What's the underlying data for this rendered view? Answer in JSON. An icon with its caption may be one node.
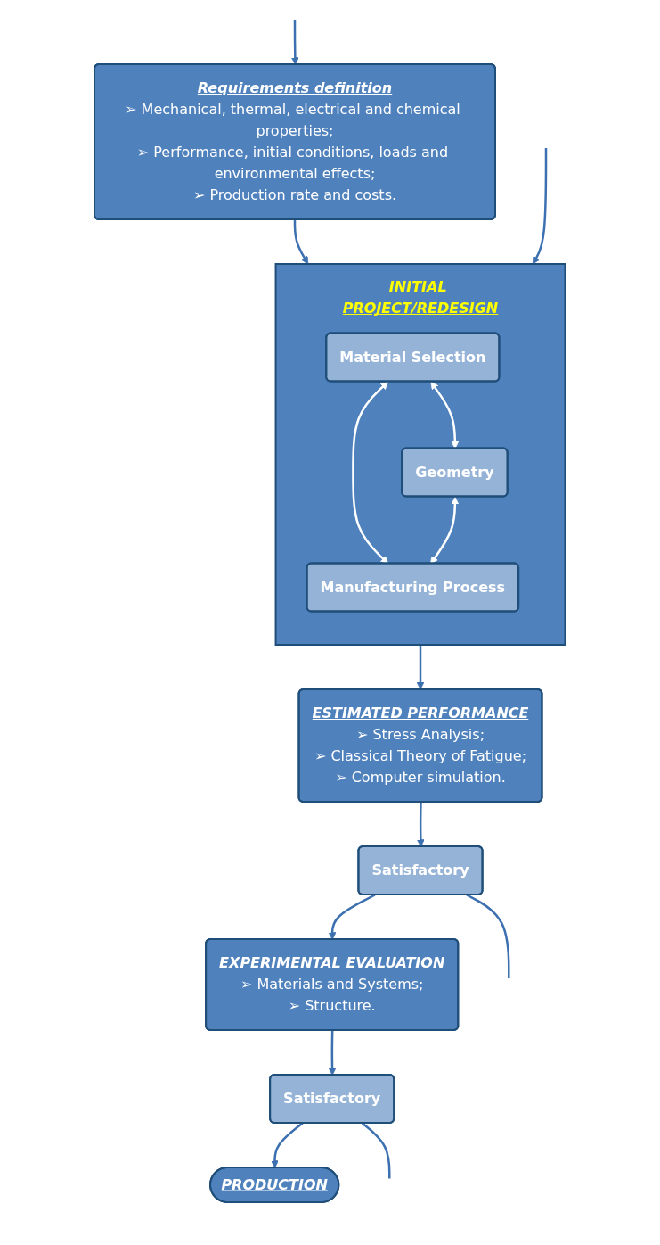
{
  "diagram": {
    "nodes": [
      {
        "text": [
          "Requirements definition",
          "➢ Mechanical, thermal, electrical and chemical properties;",
          "➢ Performance, initial conditions, loads and environmental effects;",
          "➢ Production rate and costs."
        ]
      },
      {
        "text": [
          "INITIAL PROJECT/REDESIGN"
        ]
      },
      {
        "text": [
          "Material Selection"
        ],
        "in": 1
      },
      {
        "text": [
          "Geometry"
        ],
        "in": 1
      },
      {
        "text": [
          "Manufacturing Process"
        ],
        "in": 1
      },
      {
        "text": [
          "ESTIMATED PERFORMANCE",
          "➢ Stress Analysis;",
          "➢ Classical Theory of Fatigue;",
          "➢ Computer simulation."
        ]
      },
      {
        "text": [
          "Satisfactory"
        ]
      },
      {
        "text": [
          "EXPERIMENTAL EVALUATION",
          "➢ Materials and Systems;",
          "➢ Structure."
        ]
      },
      {
        "text": [
          "Satisfactory"
        ]
      },
      {
        "text": [
          "PRODUCTION"
        ]
      }
    ],
    "edges": [
      {
        "from": 0,
        "to": 1,
        "arrow": "to"
      },
      {
        "from": 2,
        "to": 3,
        "arrow": "both",
        "color": "#ffffff"
      },
      {
        "from": 2,
        "to": 4,
        "arrow": "both",
        "color": "#ffffff"
      },
      {
        "from": 3,
        "to": 4,
        "arrow": "both",
        "color": "#ffffff"
      },
      {
        "from": 1,
        "to": 5,
        "arrow": "to"
      },
      {
        "from": 5,
        "to": 6,
        "arrow": "to"
      },
      {
        "from": 6,
        "to": 7,
        "arrow": "to"
      },
      {
        "from": 7,
        "to": 8,
        "arrow": "to"
      },
      {
        "from": 8,
        "to": 9,
        "arrow": "to"
      },
      {
        "from": 6,
        "to": null,
        "arrow": "none"
      },
      {
        "from": 8,
        "to": null,
        "arrow": "none"
      },
      {
        "from": null,
        "to": 0,
        "arrow": "to"
      },
      {
        "from": null,
        "to": 1,
        "arrow": "to"
      }
    ]
  }
}
